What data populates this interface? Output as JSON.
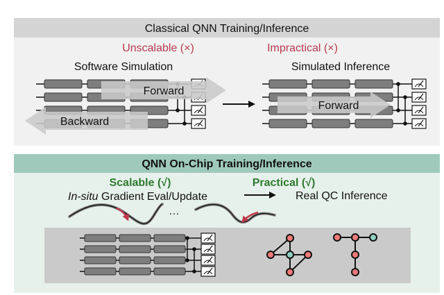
{
  "classical": {
    "header": "Classical QNN Training/Inference",
    "left_status": "Unscalable (×)",
    "right_status": "Impractical (×)",
    "left_title": "Software Simulation",
    "right_title": "Simulated Inference",
    "forward_label": "Forward",
    "backward_label": "Backward",
    "forward_label_2": "Forward"
  },
  "onchip": {
    "header": "QNN On-Chip Training/Inference",
    "left_status": "Scalable (√)",
    "right_status": "Practical (√)",
    "gradient_italic": "In-situ",
    "gradient_text": " Gradient Eval/Update",
    "inference_text": "Real QC Inference",
    "ellipsis": "…"
  },
  "colors": {
    "top_panel_bg": "#f1f1f1",
    "top_header_bg": "#d4d4d4",
    "bottom_panel_bg": "#e7f1ec",
    "bottom_header_bg": "#9fcabb",
    "gate": "#7e7e7e",
    "red_status": "#b73a50",
    "green_status": "#2f7a2f",
    "node_red": "#f07a78",
    "node_teal": "#8fd0bf",
    "curve_arrow": "#c03a4a"
  },
  "icons": [
    "measurement-icon",
    "forward-arrow-icon",
    "backward-arrow-icon",
    "right-arrow-icon"
  ]
}
